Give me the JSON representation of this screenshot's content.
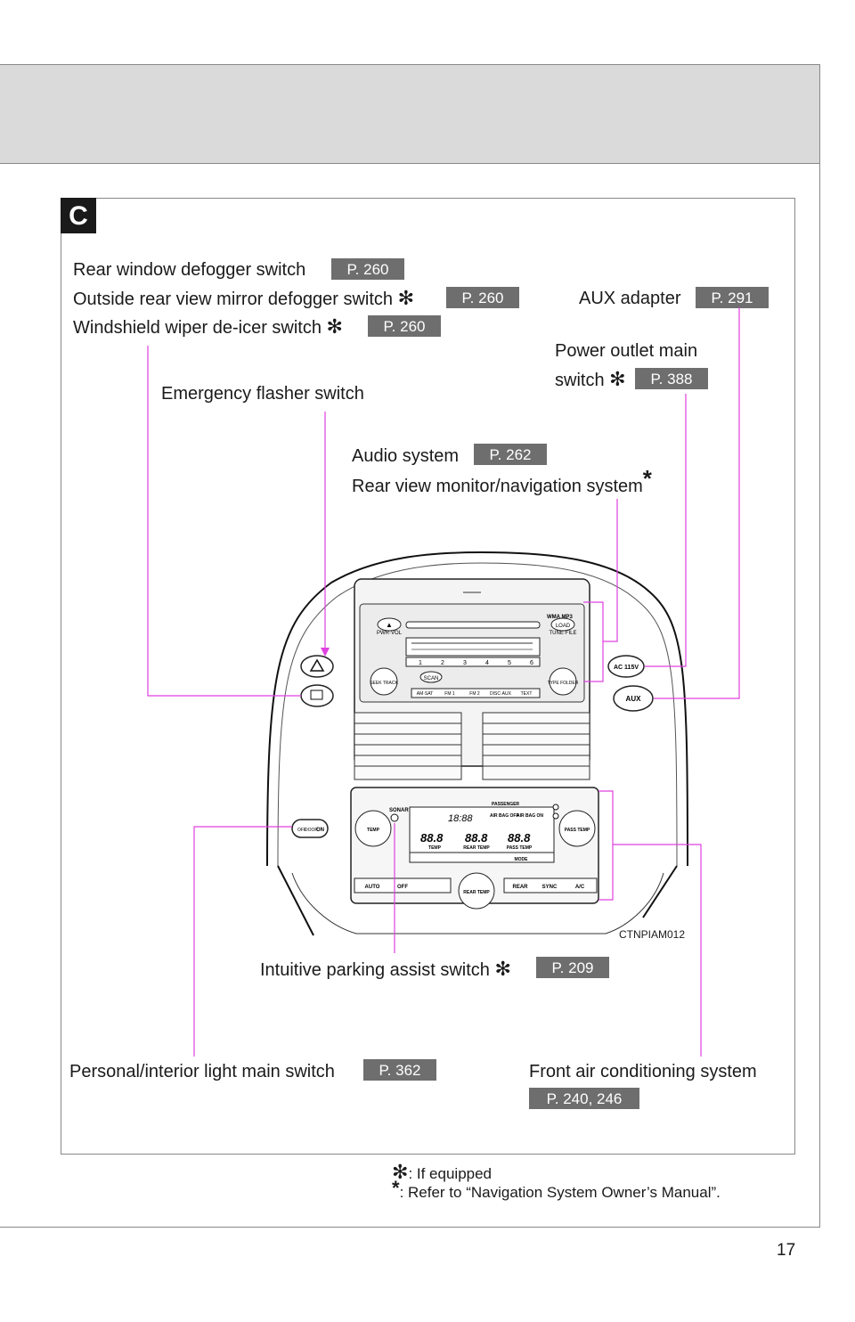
{
  "section_letter": "C",
  "page_number": "17",
  "asterisk_symbol": "✻",
  "star_symbol": "*",
  "labels": {
    "rear_defogger": "Rear window defogger switch",
    "mirror_defogger": "Outside rear view mirror defogger switch",
    "wiper_deicer": "Windshield wiper de-icer switch",
    "aux_adapter": "AUX adapter",
    "power_outlet_line1": "Power outlet main",
    "power_outlet_line2": "switch",
    "emergency_flasher": "Emergency flasher switch",
    "audio_system": "Audio system",
    "rear_view_monitor": "Rear view monitor/navigation system",
    "parking_assist": "Intuitive parking assist switch",
    "personal_light": "Personal/interior light main switch",
    "front_ac": "Front air conditioning system"
  },
  "refs": {
    "rear_defogger": "P. 260",
    "mirror_defogger": "P. 260",
    "wiper_deicer": "P. 260",
    "aux_adapter": "P. 291",
    "power_outlet": "P. 388",
    "audio_system": "P. 262",
    "parking_assist": "P. 209",
    "personal_light": "P. 362",
    "front_ac": "P. 240, 246"
  },
  "footnotes": {
    "if_equipped": ": If equipped",
    "navigation": ": Refer to “Navigation System Owner’s Manual”."
  },
  "figure_code": "CTNPIAM012",
  "panel_text": {
    "pwr_vol": "PWR·VOL",
    "tune_file": "TUNE·FILE",
    "load": "LOAD",
    "wma_mp3": "WMA MP3",
    "seek_track": "SEEK TRACK",
    "type_folder": "TYPE FOLDER",
    "scan": "SCAN",
    "am_sat": "AM·SAT",
    "fm1": "FM 1",
    "fm2": "FM 2",
    "disc_aux": "DISC·AUX",
    "text": "TEXT",
    "presets": [
      "1",
      "2",
      "3",
      "4",
      "5",
      "6"
    ],
    "ac115v": "AC 115V",
    "aux": "AUX",
    "sonar": "SONAR",
    "off": "OFF",
    "door": "DOOR",
    "on": "ON",
    "passenger": "PASSENGER",
    "airbag_off": "AIR BAG OFF",
    "airbag_on": "AIR BAG ON",
    "clock": "18:88",
    "temp_digits": "88.8",
    "temp": "TEMP",
    "rear_temp": "REAR TEMP",
    "pass_temp": "PASS TEMP",
    "mode": "MODE",
    "auto": "AUTO",
    "fan_off": "OFF",
    "rear": "REAR",
    "sync": "SYNC",
    "ac": "A/C"
  }
}
